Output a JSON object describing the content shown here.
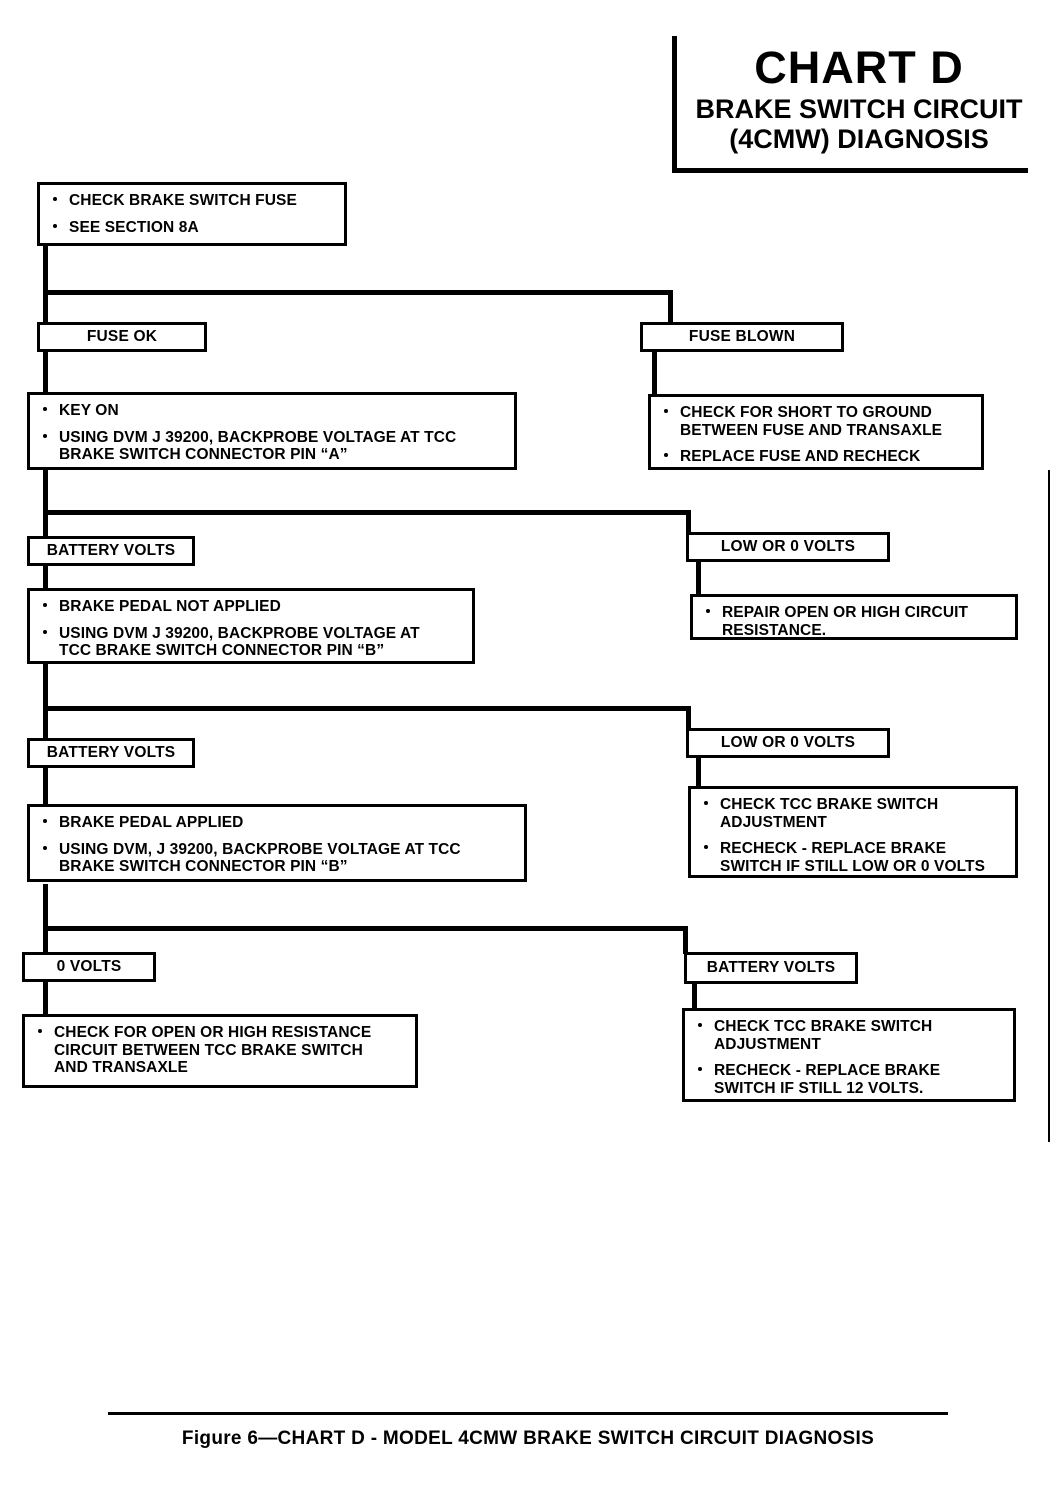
{
  "header": {
    "chart_id": "CHART D",
    "subtitle_line1": "BRAKE SWITCH CIRCUIT",
    "subtitle_line2": "(4CMW) DIAGNOSIS"
  },
  "caption": "Figure 6—CHART D - MODEL 4CMW BRAKE SWITCH CIRCUIT DIAGNOSIS",
  "chart_data": {
    "type": "diagram",
    "title": "CHART D - BRAKE SWITCH CIRCUIT (4CMW) DIAGNOSIS",
    "diagram_kind": "troubleshooting-flowchart",
    "nodes": [
      {
        "id": "step1",
        "kind": "action",
        "items": [
          "CHECK  BRAKE SWITCH FUSE",
          "SEE SECTION 8A"
        ]
      },
      {
        "id": "r1a",
        "kind": "result",
        "label": "FUSE OK"
      },
      {
        "id": "r1b",
        "kind": "result",
        "label": "FUSE BLOWN"
      },
      {
        "id": "step2",
        "kind": "action",
        "items": [
          "KEY ON",
          "USING DVM J 39200, BACKPROBE VOLTAGE AT TCC\nBRAKE SWITCH CONNECTOR PIN “A”"
        ]
      },
      {
        "id": "step2b",
        "kind": "action",
        "items": [
          "CHECK FOR SHORT TO GROUND\nBETWEEN FUSE AND TRANSAXLE",
          "REPLACE FUSE AND RECHECK"
        ]
      },
      {
        "id": "r2a",
        "kind": "result",
        "label": "BATTERY VOLTS"
      },
      {
        "id": "r2b",
        "kind": "result",
        "label": "LOW OR 0 VOLTS"
      },
      {
        "id": "step3",
        "kind": "action",
        "items": [
          "BRAKE PEDAL NOT APPLIED",
          "USING DVM J 39200, BACKPROBE VOLTAGE AT\nTCC BRAKE SWITCH CONNECTOR PIN “B”"
        ]
      },
      {
        "id": "step3b",
        "kind": "action",
        "items": [
          "REPAIR OPEN OR HIGH CIRCUIT\nRESISTANCE."
        ]
      },
      {
        "id": "r3a",
        "kind": "result",
        "label": "BATTERY VOLTS"
      },
      {
        "id": "r3b",
        "kind": "result",
        "label": "LOW OR 0 VOLTS"
      },
      {
        "id": "step4",
        "kind": "action",
        "items": [
          "BRAKE PEDAL APPLIED",
          "USING DVM, J 39200, BACKPROBE VOLTAGE AT TCC\nBRAKE SWITCH CONNECTOR PIN “B”"
        ]
      },
      {
        "id": "step4b",
        "kind": "action",
        "items": [
          "CHECK TCC BRAKE SWITCH\nADJUSTMENT",
          "RECHECK - REPLACE BRAKE\nSWITCH IF STILL LOW OR 0 VOLTS"
        ]
      },
      {
        "id": "r4a",
        "kind": "result",
        "label": "0 VOLTS"
      },
      {
        "id": "r4b",
        "kind": "result",
        "label": "BATTERY VOLTS"
      },
      {
        "id": "step5",
        "kind": "action",
        "items": [
          "CHECK FOR OPEN OR HIGH RESISTANCE\nCIRCUIT BETWEEN TCC BRAKE SWITCH\nAND TRANSAXLE"
        ]
      },
      {
        "id": "step5b",
        "kind": "action",
        "items": [
          "CHECK TCC BRAKE SWITCH\nADJUSTMENT",
          "RECHECK - REPLACE BRAKE\nSWITCH IF STILL 12 VOLTS."
        ]
      }
    ],
    "edges": [
      {
        "from": "step1",
        "to": "r1a"
      },
      {
        "from": "step1",
        "to": "r1b"
      },
      {
        "from": "r1a",
        "to": "step2"
      },
      {
        "from": "r1b",
        "to": "step2b"
      },
      {
        "from": "step2",
        "to": "r2a"
      },
      {
        "from": "step2",
        "to": "r2b"
      },
      {
        "from": "r2a",
        "to": "step3"
      },
      {
        "from": "r2b",
        "to": "step3b"
      },
      {
        "from": "step3",
        "to": "r3a"
      },
      {
        "from": "step3",
        "to": "r3b"
      },
      {
        "from": "r3a",
        "to": "step4"
      },
      {
        "from": "r3b",
        "to": "step4b"
      },
      {
        "from": "step4",
        "to": "r4a"
      },
      {
        "from": "step4",
        "to": "r4b"
      },
      {
        "from": "r4a",
        "to": "step5"
      },
      {
        "from": "r4b",
        "to": "step5b"
      }
    ]
  }
}
